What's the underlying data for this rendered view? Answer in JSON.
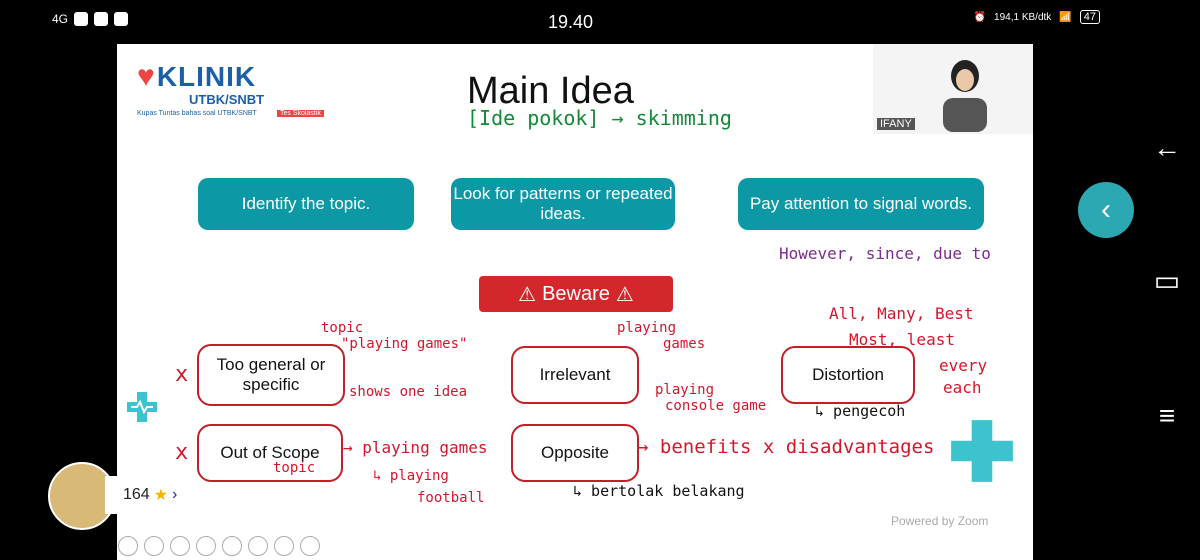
{
  "status_bar": {
    "network": "4G",
    "time": "19.40",
    "speed": "194,1 KB/dtk",
    "battery": "47"
  },
  "logo": {
    "brand": "KLINIK",
    "sub": "UTBK/SNBT",
    "tagline": "Kupas Tuntas bahas soal UTBK/SNBT",
    "badge": "Tes Skolastik"
  },
  "slide": {
    "title": "Main Idea",
    "subtitle_hand": "[Ide pokok] → skimming",
    "tips": [
      {
        "text": "Identify the topic."
      },
      {
        "text": "Look for patterns or repeated ideas."
      },
      {
        "text": "Pay attention to signal words."
      }
    ],
    "signal_examples": "However, since, due to",
    "beware": "Beware",
    "boxes": {
      "too_general": "Too general or specific",
      "irrelevant": "Irrelevant",
      "distortion": "Distortion",
      "out_of_scope": "Out of Scope",
      "opposite": "Opposite"
    },
    "notes": {
      "n1": "topic",
      "n2": "\"playing games\"",
      "n3": "shows one idea",
      "n4": "playing",
      "n5": "games",
      "n6": "playing",
      "n7": "console game",
      "n8": "All, Many, Best",
      "n9": "Most, least",
      "n10": "every",
      "n11": "each",
      "n12": "↳ pengecoh",
      "n13": "→ playing games",
      "n14": "topic",
      "n15": "↳ playing",
      "n16": "football",
      "n17": "→ benefits x disadvantages",
      "n18": "↳ bertolak belakang"
    },
    "x_mark": "x",
    "powered": "Powered by Zoom"
  },
  "camera": {
    "name": "IFANY"
  },
  "reactions": {
    "count": "164"
  },
  "colors": {
    "accent": "#0d98a6",
    "danger": "#d3272b"
  }
}
